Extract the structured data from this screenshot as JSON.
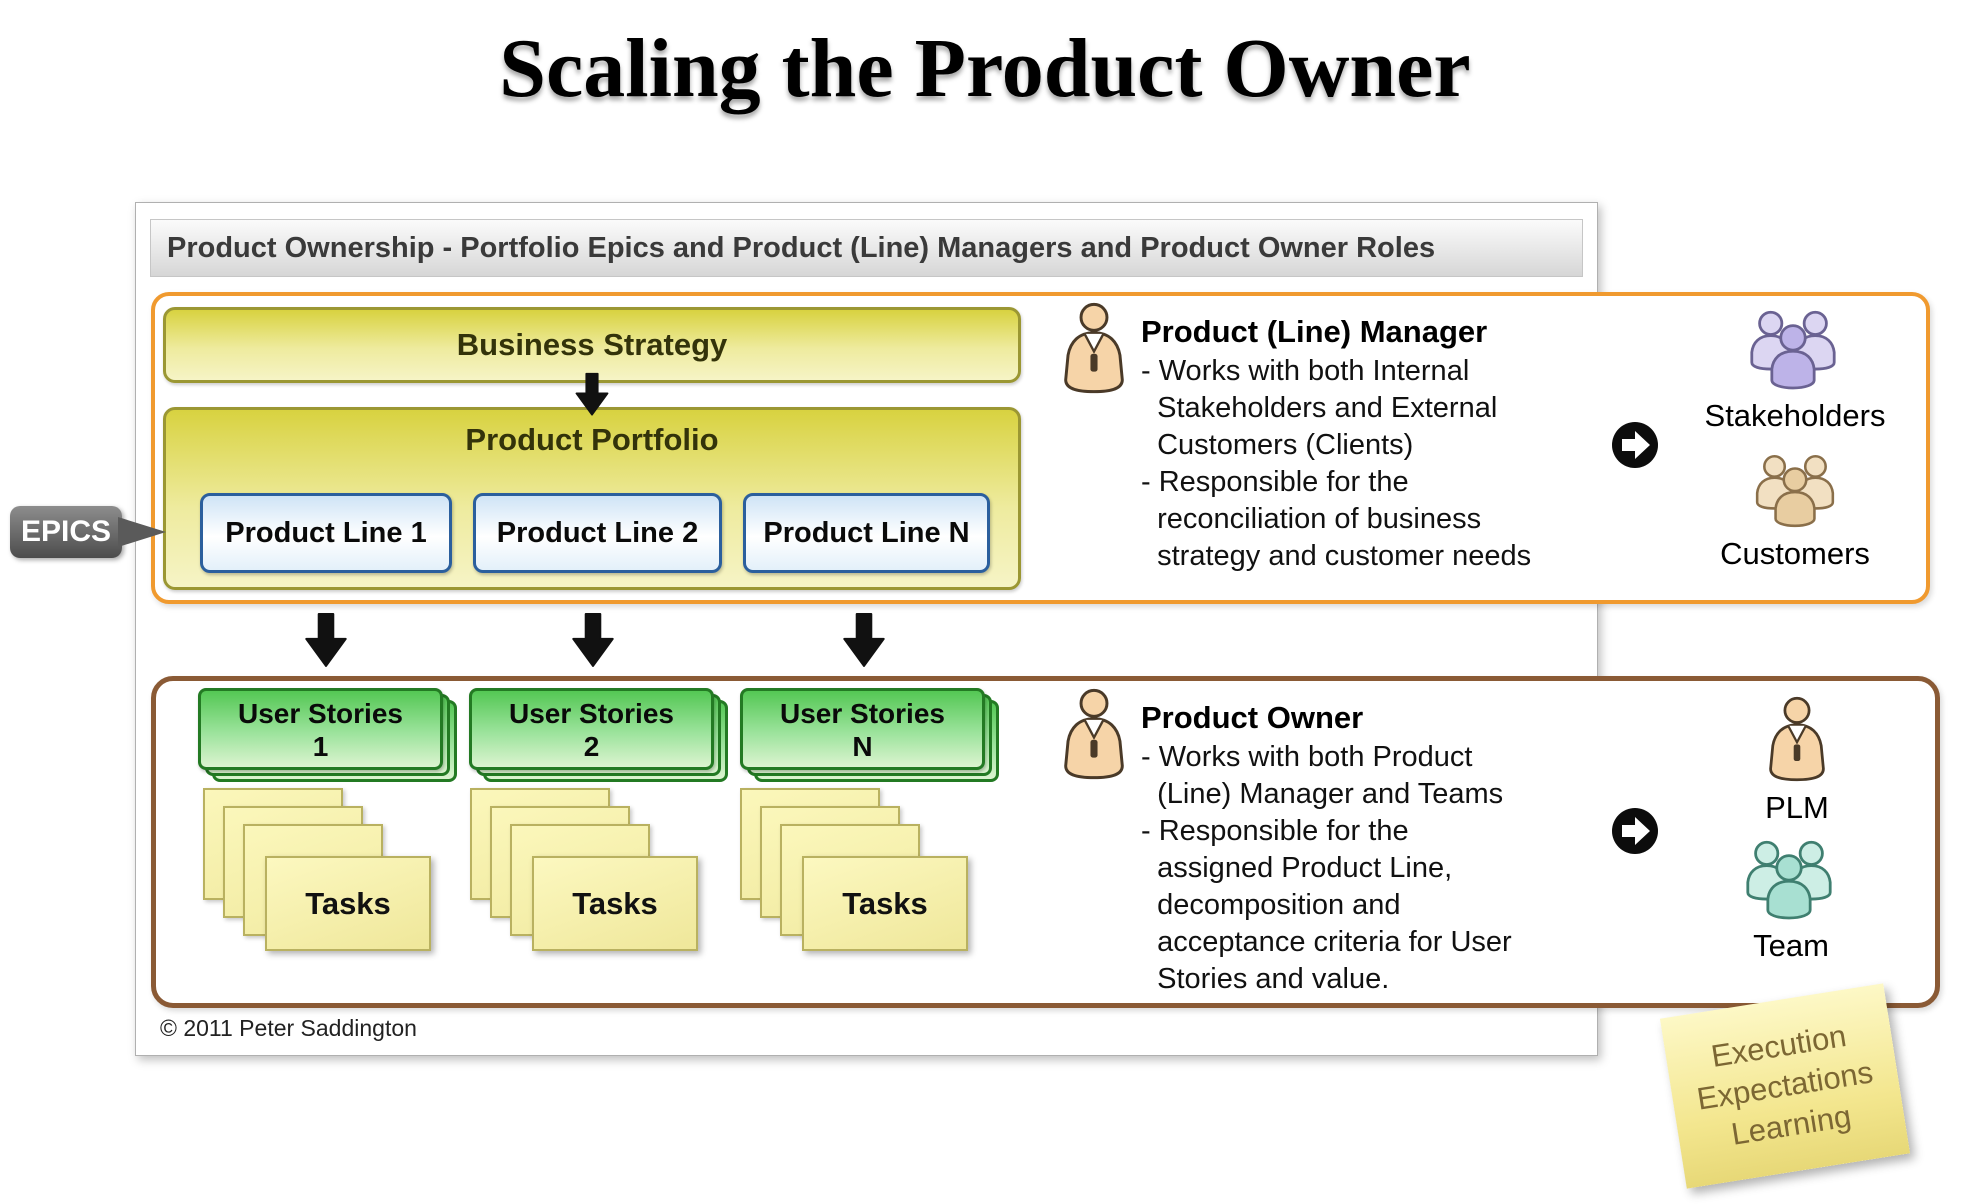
{
  "title": "Scaling the Product Owner",
  "panel": {
    "header": "Product Ownership - Portfolio Epics and Product (Line) Managers and Product Owner Roles",
    "copyright": "© 2011 Peter Saddington"
  },
  "epics": {
    "label": "EPICS"
  },
  "top": {
    "business_strategy": "Business Strategy",
    "product_portfolio": "Product Portfolio",
    "product_lines": [
      {
        "label": "Product Line 1"
      },
      {
        "label": "Product Line 2"
      },
      {
        "label": "Product Line N"
      }
    ],
    "role": {
      "title": "Product (Line) Manager",
      "description": "- Works with both Internal\n  Stakeholders and External\n  Customers (Clients)\n- Responsible for the\n  reconciliation of business\n  strategy and customer needs"
    },
    "stakeholders_label": "Stakeholders",
    "customers_label": "Customers"
  },
  "bottom": {
    "user_stories": [
      {
        "line1": "User Stories",
        "line2": "1"
      },
      {
        "line1": "User Stories",
        "line2": "2"
      },
      {
        "line1": "User Stories",
        "line2": "N"
      }
    ],
    "tasks": [
      {
        "label": "Tasks"
      },
      {
        "label": "Tasks"
      },
      {
        "label": "Tasks"
      }
    ],
    "role": {
      "title": "Product Owner",
      "description": "- Works with both Product\n  (Line) Manager and Teams\n- Responsible for the\n  assigned Product Line,\n  decomposition and\n  acceptance criteria for User\n  Stories and value."
    },
    "plm_label": "PLM",
    "team_label": "Team"
  },
  "sticky_note": {
    "text": "Execution\nExpectations\nLearning"
  },
  "colors": {
    "orange_border": "#f09a2f",
    "brown_border": "#8a5a35",
    "yellow_box_border": "#9b9733",
    "blue_box_border": "#2b5f9d",
    "green_box_border": "#237a23",
    "sticky_yellow": "#f3e68e",
    "epics_gray": "#5a5a5a"
  }
}
